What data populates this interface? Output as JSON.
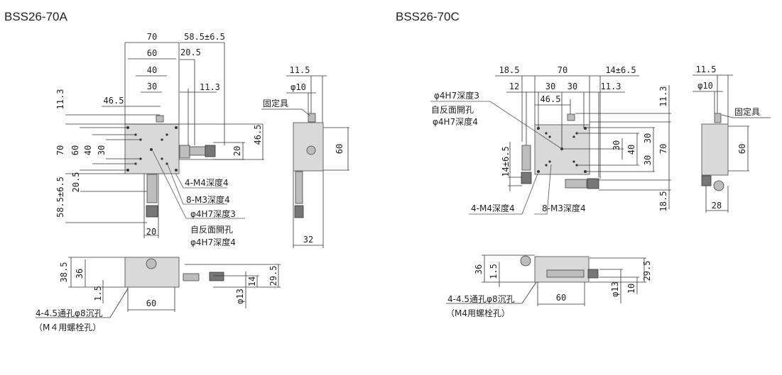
{
  "models": [
    {
      "title": "BSS26-70A",
      "top_view": {
        "dims_top": [
          "70",
          "60",
          "40",
          "30",
          "46.5",
          "58.5±6.5",
          "20.5",
          "11.3"
        ],
        "dims_left": [
          "11.3",
          "70",
          "60",
          "40",
          "30",
          "20.5",
          "58.5±6.5"
        ],
        "dims_right": [
          "20",
          "46.5"
        ],
        "dim_bottom": "20",
        "callouts": [
          "4-M4深度4",
          "8-M3深度4",
          "φ4H7深度3",
          "自反面開孔",
          "φ4H7深度4"
        ]
      },
      "side_view": {
        "dims": [
          "11.5",
          "φ10",
          "60",
          "32"
        ],
        "fixture_label": "固定具"
      },
      "front_view": {
        "dims": [
          "38.5",
          "36",
          "1.5",
          "60",
          "φ13",
          "14",
          "29.5"
        ],
        "note_line1": "4-4.5通孔φ8沉孔",
        "note_line2": "（M４用螺栓孔）"
      }
    },
    {
      "title": "BSS26-70C",
      "top_view": {
        "dims_top": [
          "18.5",
          "70",
          "14±6.5",
          "12",
          "30",
          "30",
          "11.3",
          "46.5"
        ],
        "dims_right": [
          "30",
          "40",
          "30",
          "30",
          "70",
          "11.3",
          "18.5"
        ],
        "dims_left": [
          "14±6.5"
        ],
        "callouts": [
          "φ4H7深度3",
          "自反面開孔",
          "φ4H7深度4",
          "4-M4深度4",
          "8-M3深度4"
        ]
      },
      "side_view": {
        "dims": [
          "11.5",
          "φ10",
          "60",
          "28"
        ],
        "fixture_label": "固定具"
      },
      "front_view": {
        "dims": [
          "36",
          "1.5",
          "60",
          "φ13",
          "10",
          "29.5"
        ],
        "note_line1": "4-4.5通孔φ8沉孔",
        "note_line2": "（M4用螺栓孔）"
      }
    }
  ]
}
